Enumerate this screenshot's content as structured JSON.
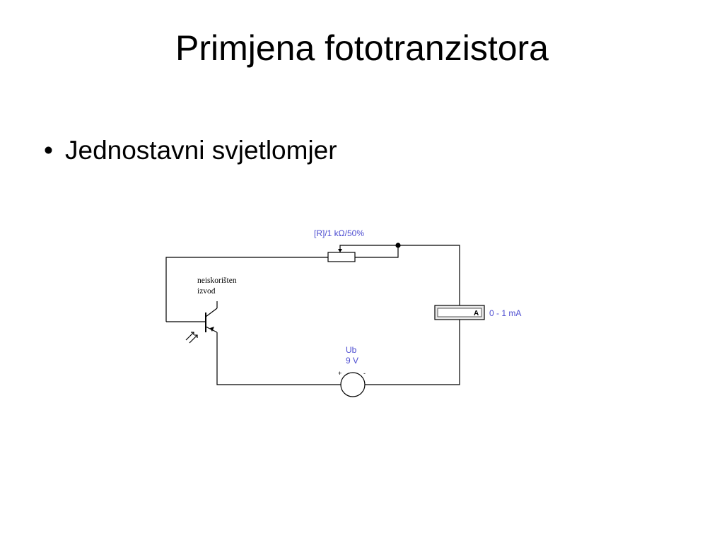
{
  "slide": {
    "title": "Primjena fototranzistora",
    "bullet_symbol": "•",
    "bullets": [
      "Jednostavni svjetlomjer"
    ]
  },
  "circuit": {
    "potentiometer_label": "[R]/1 kΩ/50%",
    "unused_pin_label_line1": "neiskorišten",
    "unused_pin_label_line2": "izvod",
    "ammeter_symbol": "A",
    "ammeter_label": "0 - 1 mA",
    "source_name": "Ub",
    "source_value": "9 V",
    "source_plus": "+",
    "source_minus": "-",
    "colors": {
      "label_blue": "#4b4bd0",
      "wire": "#000000"
    }
  }
}
